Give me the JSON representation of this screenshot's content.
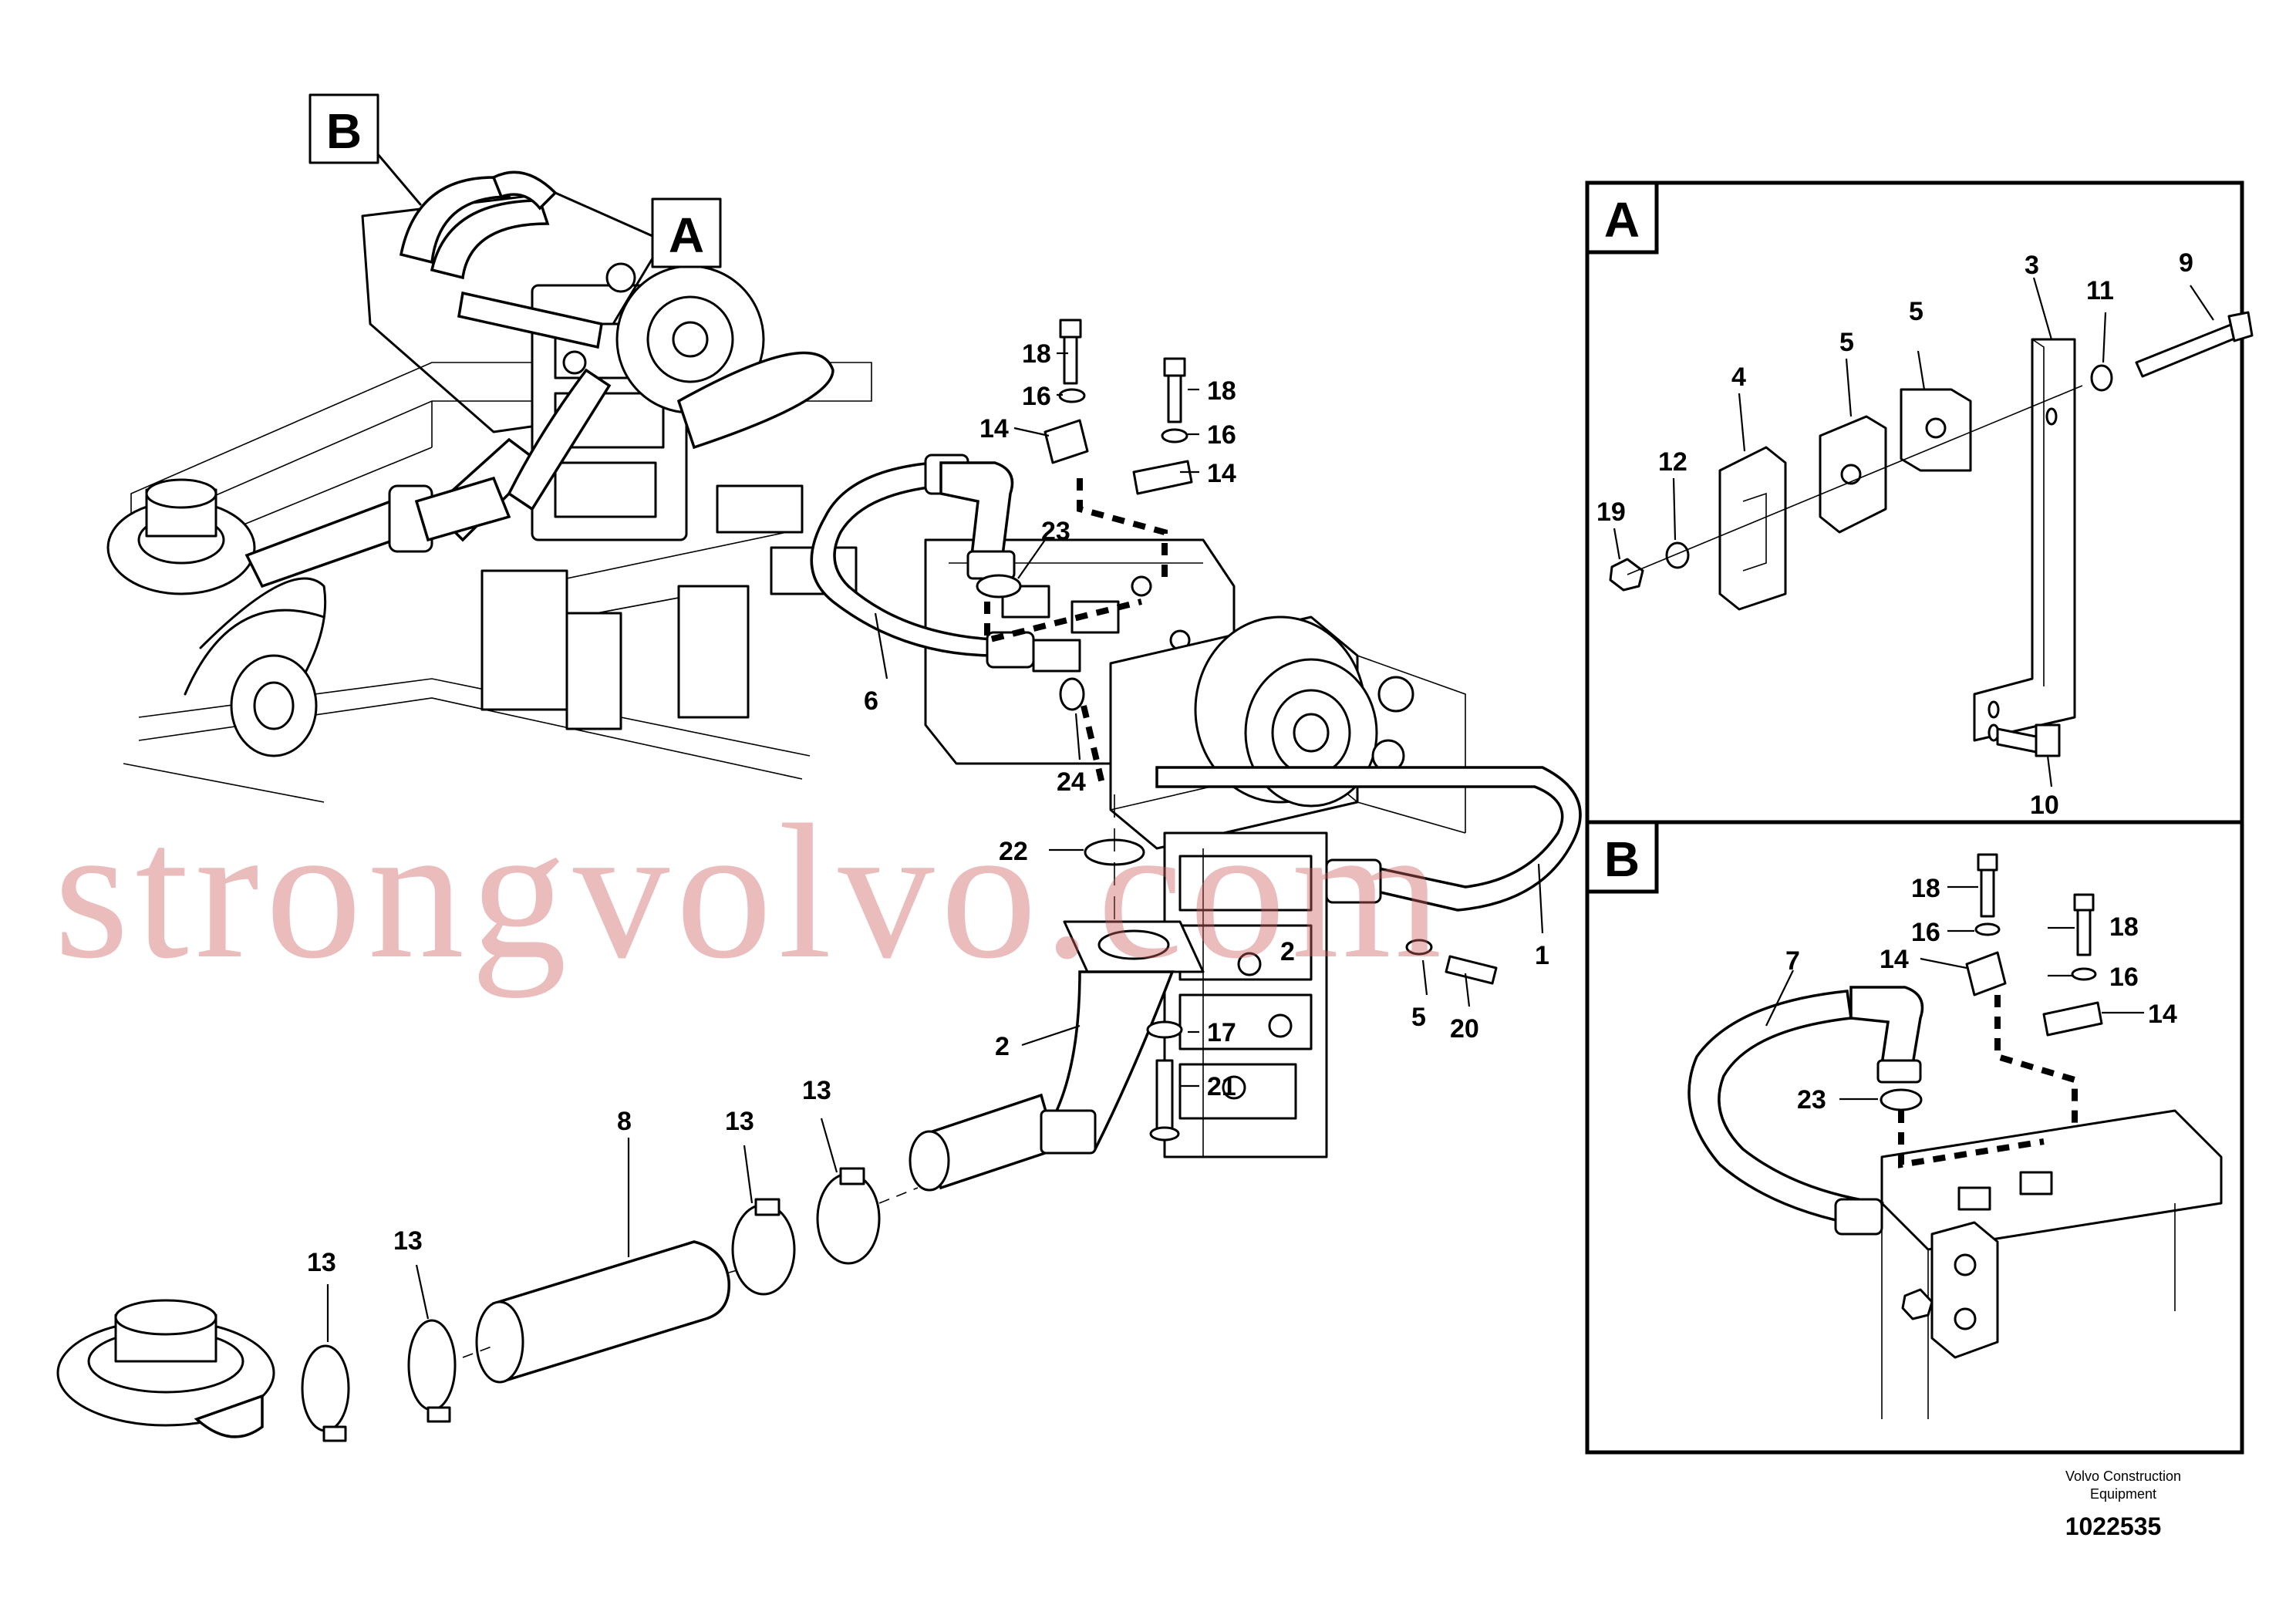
{
  "callouts": {
    "B": "B",
    "A": "A"
  },
  "main": {
    "labels": {
      "l18a": "18",
      "l16a": "16",
      "l14a": "14",
      "l18b": "18",
      "l16b": "16",
      "l14b": "14",
      "l23": "23",
      "l6": "6",
      "l24": "24",
      "l22": "22",
      "l1": "1",
      "l2": "2",
      "l2b": "2",
      "l17": "17",
      "l21": "21",
      "l5": "5",
      "l20": "20",
      "l13a": "13",
      "l13b": "13",
      "l13c": "13",
      "l13d": "13",
      "l8": "8"
    }
  },
  "detail_a": {
    "title": "A",
    "labels": {
      "l3": "3",
      "l9": "9",
      "l11": "11",
      "l5a": "5",
      "l5b": "5",
      "l4": "4",
      "l12": "12",
      "l19": "19",
      "l10": "10"
    }
  },
  "detail_b": {
    "title": "B",
    "labels": {
      "l18a": "18",
      "l18b": "18",
      "l16a": "16",
      "l16b": "16",
      "l14a": "14",
      "l14b": "14",
      "l7": "7",
      "l23": "23"
    }
  },
  "watermark": "strongvolvo.com",
  "footer": {
    "maker_line1": "Volvo Construction",
    "maker_line2": "Equipment",
    "doc_number": "1022535"
  }
}
